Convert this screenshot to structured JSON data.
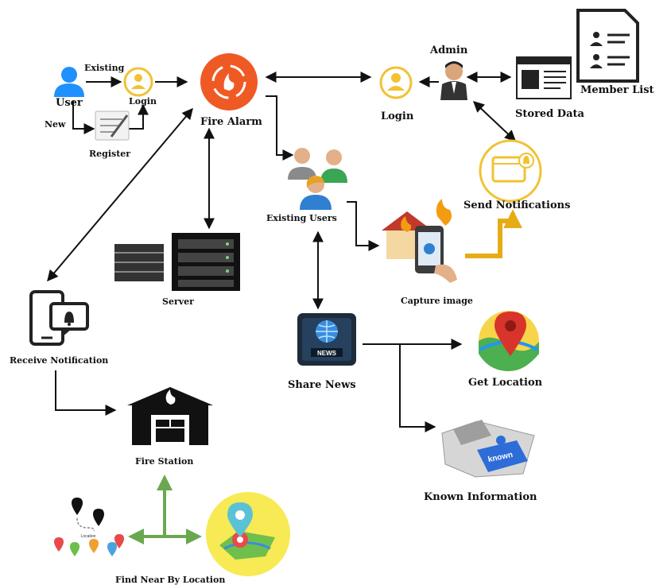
{
  "labels": {
    "user": "User",
    "existing": "Existing",
    "new": "New",
    "login_small": "Login",
    "register": "Register",
    "fire_alarm": "Fire Alarm",
    "admin": "Admin",
    "login": "Login",
    "stored_data": "Stored Data",
    "member_list": "Member List",
    "send_notifications": "Send Notifications",
    "existing_users": "Existing Users",
    "capture_image": "Capture image",
    "server": "Server",
    "receive_notification": "Receive Notification",
    "share_news": "Share News",
    "get_location": "Get Location",
    "fire_station": "Fire Station",
    "known_information": "Known Information",
    "find_near_by_location": "Find Near By Location",
    "news_badge": "NEWS",
    "known_badge": "known",
    "location_caption": "Location"
  },
  "colors": {
    "arrow": "#111111",
    "green_arrow": "#6aa84f",
    "gold_arrow": "#e6ac16",
    "fire_orange": "#ef5a24",
    "login_gold": "#f1c232",
    "user_blue": "#1e90ff"
  },
  "icons": {
    "user": "user-icon",
    "fire_alarm": "fire-alarm-icon",
    "admin": "admin-icon",
    "server": "server-icon",
    "news": "news-icon",
    "map_pin": "map-pin-icon",
    "fire_station": "fire-station-icon",
    "puzzle": "puzzle-icon"
  }
}
